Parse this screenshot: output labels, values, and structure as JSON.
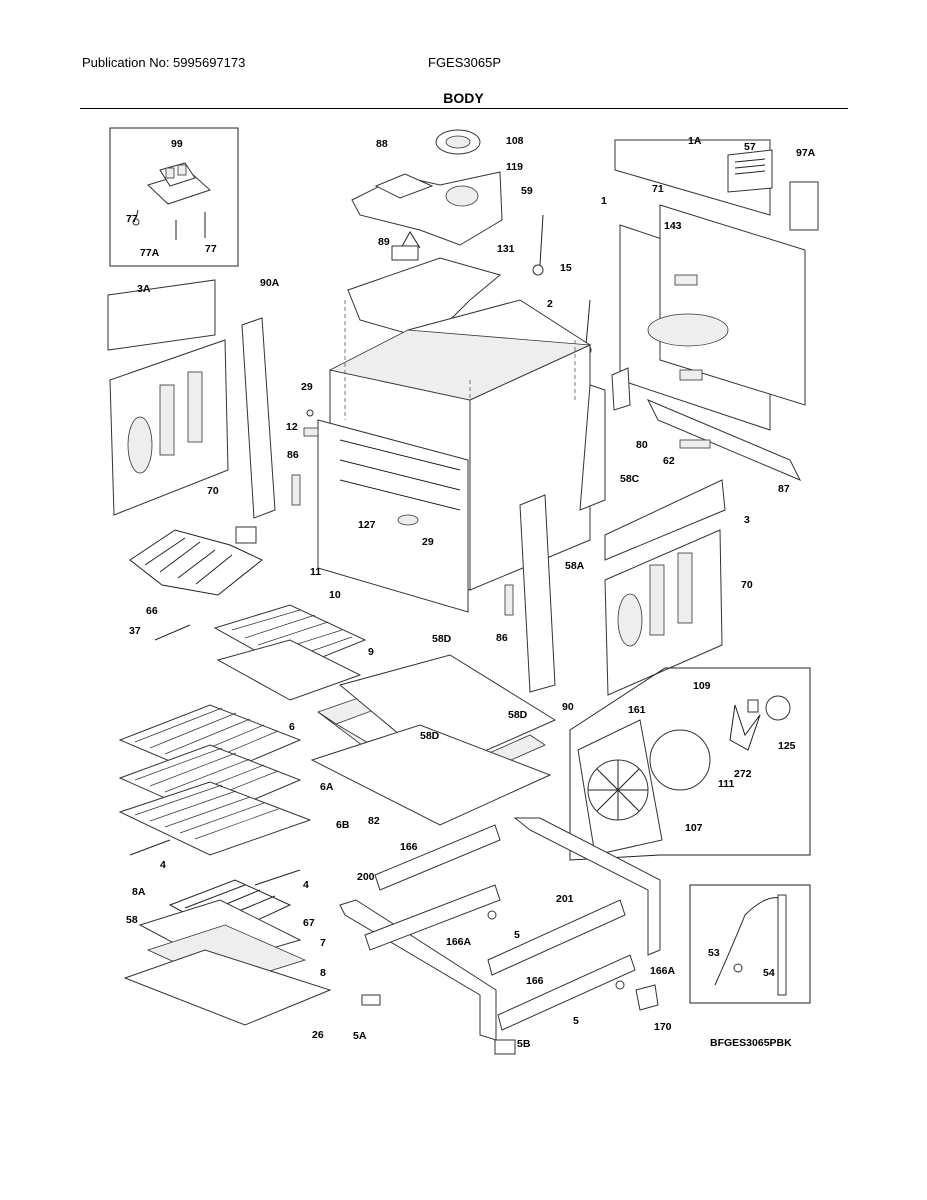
{
  "header": {
    "publication": "Publication No: 5995697173",
    "model": "FGES3065P",
    "title": "BODY"
  },
  "footer": {
    "code": "BFGES3065PBK"
  },
  "callouts": [
    "99",
    "77",
    "77A",
    "77",
    "88",
    "108",
    "119",
    "59",
    "89",
    "131",
    "15",
    "2",
    "1A",
    "57",
    "97A",
    "71",
    "143",
    "1",
    "3A",
    "90A",
    "29",
    "12",
    "86",
    "127",
    "29",
    "11",
    "58C",
    "80",
    "62",
    "87",
    "3",
    "70",
    "70",
    "66",
    "10",
    "37",
    "9",
    "58A",
    "86",
    "90",
    "58D",
    "58D",
    "58D",
    "6",
    "6A",
    "82",
    "6B",
    "4",
    "4",
    "109",
    "161",
    "125",
    "272",
    "111",
    "107",
    "166",
    "201",
    "200",
    "8A",
    "67",
    "58",
    "7",
    "8",
    "26",
    "5",
    "166A",
    "166",
    "166A",
    "5",
    "5A",
    "5B",
    "170",
    "53",
    "54"
  ]
}
